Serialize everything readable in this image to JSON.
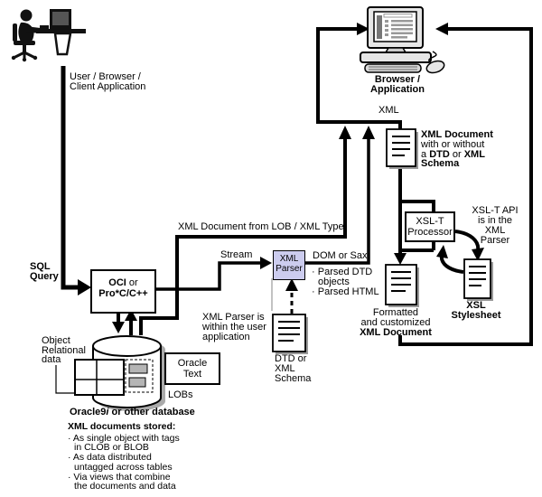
{
  "colors": {
    "line": "#000000",
    "parser_box_fill": "#ccccee",
    "doc_shadow": "#999999",
    "lob_fill": "#b5b5b5",
    "monitor_gray": "#e6e6e6"
  },
  "bullet": "·",
  "top_left": {
    "user_label": [
      "User / Browser /",
      "Client Application"
    ]
  },
  "top_right": {
    "browser_label": [
      "Browser /",
      "Application"
    ],
    "xml_label": "XML"
  },
  "xml_doc_note": {
    "l1": "XML Document",
    "l2": "with or without",
    "l3a": "a",
    "l3b": "DTD",
    "l3c": "or",
    "l3d": "XML",
    "l4": "Schema"
  },
  "xslt": {
    "box_lines": [
      "XSL-T",
      "Processor"
    ],
    "api_note_lines": [
      "XSL-T API",
      "is in the",
      "XML",
      "Parser"
    ]
  },
  "stylesheet_label_lines": [
    "XSL",
    "Stylesheet"
  ],
  "formatted_doc_label": {
    "l1": "Formatted",
    "l2": "and customized",
    "l3": "XML Document"
  },
  "flow_labels": {
    "lob_xml_type": "XML Document from LOB / XML Type",
    "stream": "Stream",
    "dom_or_sax": "DOM or Sax",
    "sql_lines": [
      "SQL",
      "Query"
    ]
  },
  "parser": {
    "box_lines": [
      "XML",
      "Parser"
    ],
    "outputs": [
      {
        "l1": "Parsed DTD",
        "l2": "objects"
      },
      {
        "l1": "Parsed HTML"
      }
    ],
    "note_lines": [
      "XML Parser is",
      "within the user",
      "application"
    ]
  },
  "oci_box": {
    "l1a": "OCI",
    "l1b": "or",
    "l2": "Pro*C/C++"
  },
  "dtd_doc_label_lines": [
    "DTD or",
    "XML",
    "Schema"
  ],
  "database": {
    "object_relational_lines": [
      "Object",
      "Relational",
      "data"
    ],
    "oracle_text_lines": [
      "Oracle",
      "Text"
    ],
    "lobs": "LOBs",
    "name_a": "Oracle9",
    "name_b": "i",
    "name_c": " or other database",
    "stored_title": "XML documents stored:",
    "stored_items": [
      {
        "l1": "As single object with tags",
        "l2": "in CLOB or BLOB"
      },
      {
        "l1": "As data distributed",
        "l2": "untagged across tables"
      },
      {
        "l1": "Via views that combine",
        "l2": "the documents and data"
      }
    ]
  }
}
